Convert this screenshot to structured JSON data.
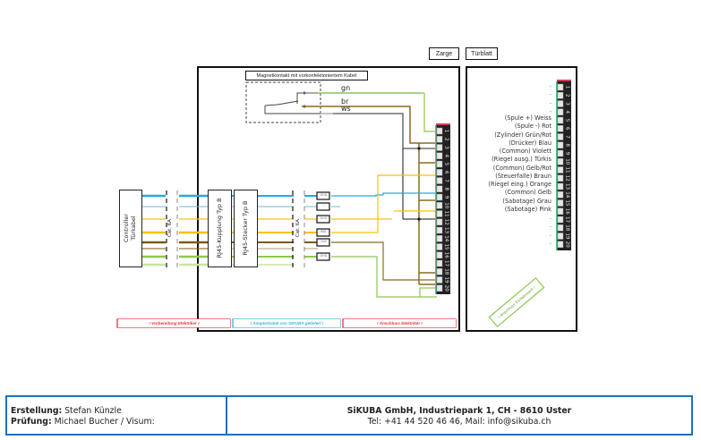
{
  "header_tabs": {
    "zarge": "Zarge",
    "tuerblatt": "Türblatt"
  },
  "magnet": {
    "title": "Magnetkontakt mit vorkonfektioniertem Kabel",
    "wires": [
      "gn",
      "br",
      "ws"
    ]
  },
  "devices": {
    "controller_line1": "Controller",
    "controller_line2": "Türkabel",
    "cat6a_left": "Cat. 6A",
    "rj45_kupplung": "RJ45-Kupplung Typ B",
    "rj45_stecker": "RJ45-Stecker Typ B",
    "cat6a_right": "Cat. 6A"
  },
  "wago_labels": [
    "DHD",
    "...",
    "DHD",
    "BBL",
    "2Wr",
    "DHD"
  ],
  "terminal": {
    "numbers": [
      "1",
      "2",
      "3",
      "4",
      "5",
      "6",
      "7",
      "8",
      "9",
      "10",
      "11",
      "12",
      "13",
      "14",
      "15",
      "16",
      "17",
      "18",
      "19",
      "20"
    ]
  },
  "legend": [
    ".",
    ".",
    ".",
    ".",
    "(Spule +) Weiss",
    "(Spule -) Rot",
    "(Zylinder) Grün/Rot",
    "(Drücker) Blau",
    "(Common) Violett",
    "(Riegel ausg.) Türkis",
    "(Common) Gelb/Rot",
    "(Steuerfalle) Braun",
    "(Riegel eing.) Orange",
    "(Common) Gelb",
    "(Sabotage) Grau",
    "(Sabotage) Pink",
    ".",
    ".",
    ".",
    "."
  ],
  "notes": {
    "vorbereitung": "! Vorbereitung Elektriker !",
    "adapterkabel": "! Adapterkabel von SIKUBA geliefert !",
    "anschluss": "! Anschluss Elektriker !",
    "tuerblatt_note": "! Anschluss Türfabrikant !"
  },
  "colors": {
    "blue": "#29a8e0",
    "lightblue": "#6ab8d0",
    "yellow": "#f5c300",
    "brown": "#7a5a10",
    "darkbrown": "#8b6b1e",
    "green": "#8cc850",
    "lightgreen": "#c8e6a0",
    "black": "#111111",
    "red_note": "#e8343c",
    "blue_note": "#3cb4e0",
    "footer_border": "#1a72c0"
  },
  "footer": {
    "erstellung_label": "Erstellung:",
    "erstellung_value": " Stefan Künzle",
    "pruefung_label": "Prüfung:",
    "pruefung_value": " Michael Bucher / Visum:",
    "company": "SiKUBA GmbH, Industriepark 1, CH - 8610 Uster",
    "contact": "Tel: +41 44 520 46 46, Mail: info@sikuba.ch"
  }
}
